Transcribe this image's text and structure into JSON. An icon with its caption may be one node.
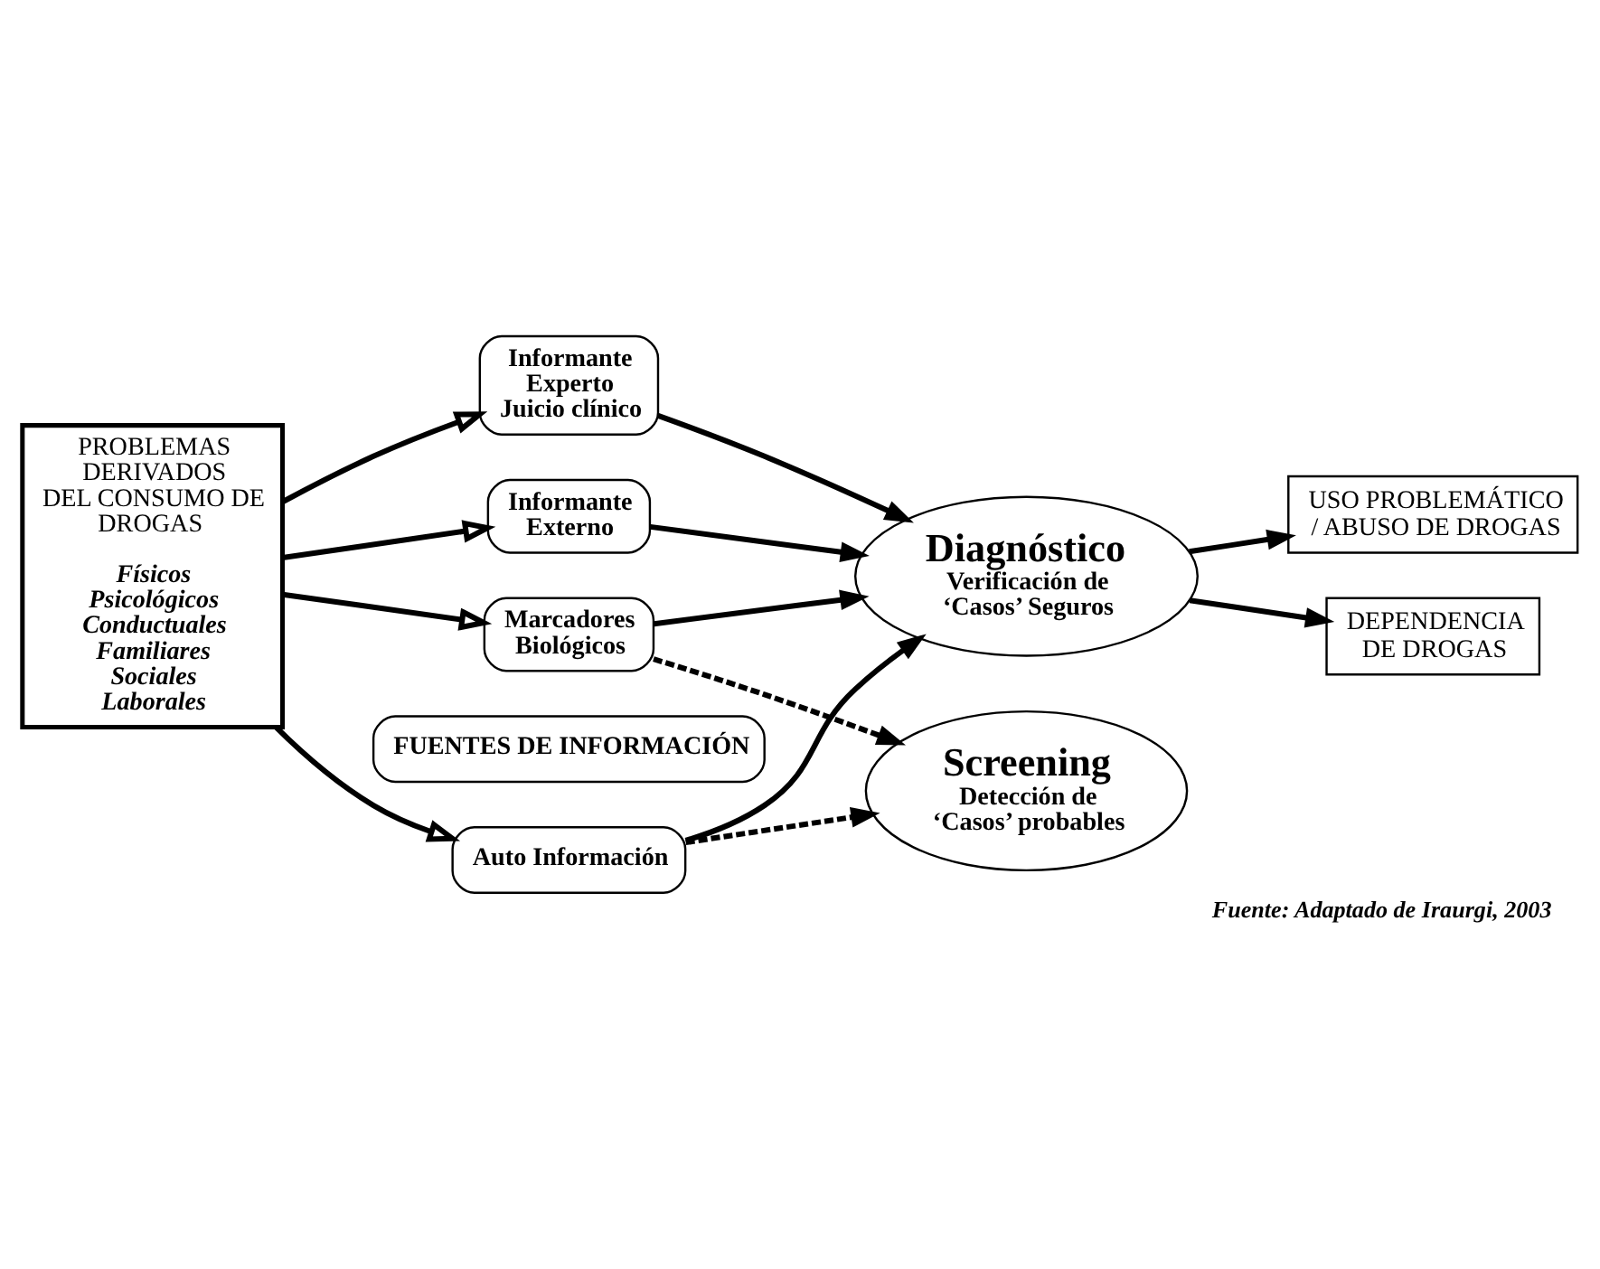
{
  "diagram": {
    "caption": "Fuente: Adaptado de Iraurgi, 2003",
    "nodes": [
      {
        "text": [
          "FUENTES DE INFORMACIÓN"
        ]
      },
      {
        "text": [
          "Screening",
          "Detección de ‘Casos’ probables"
        ]
      },
      {
        "text": [
          "PROBLEMAS DERIVADOS DEL CONSUMO DE DROGAS",
          "Físicos",
          "Psicológicos",
          "Conductuales",
          "Familiares",
          "Sociales",
          "Laborales"
        ]
      },
      {
        "text": [
          "Auto Información"
        ]
      },
      {
        "text": [
          "Marcadores Biológicos"
        ]
      },
      {
        "text": [
          "Informante Experto Juicio clínico"
        ]
      },
      {
        "text": [
          "Informante Externo"
        ]
      },
      {
        "text": [
          "Diagnóstico",
          "Verificación de ‘Casos’ Seguros"
        ]
      },
      {
        "text": [
          "USO PROBLEMÁTICO / ABUSO DE DROGAS"
        ]
      },
      {
        "text": [
          "DEPENDENCIA DE DROGAS"
        ]
      }
    ],
    "edges": [
      {
        "from": 2,
        "to": 3,
        "arrow": "to"
      },
      {
        "from": 2,
        "to": 4,
        "arrow": "to"
      },
      {
        "from": 2,
        "to": 5,
        "arrow": "to"
      },
      {
        "from": 2,
        "to": 6,
        "arrow": "to"
      },
      {
        "from": 3,
        "to": 1,
        "arrow": "to",
        "style": "dashed"
      },
      {
        "from": 4,
        "to": 1,
        "arrow": "to",
        "style": "dashed"
      },
      {
        "from": 3,
        "to": 7,
        "arrow": "to"
      },
      {
        "from": 4,
        "to": 7,
        "arrow": "to"
      },
      {
        "from": 5,
        "to": 7,
        "arrow": "to"
      },
      {
        "from": 6,
        "to": 7,
        "arrow": "to"
      },
      {
        "from": 7,
        "to": 8,
        "arrow": "to"
      },
      {
        "from": 7,
        "to": 9,
        "arrow": "to"
      }
    ]
  }
}
